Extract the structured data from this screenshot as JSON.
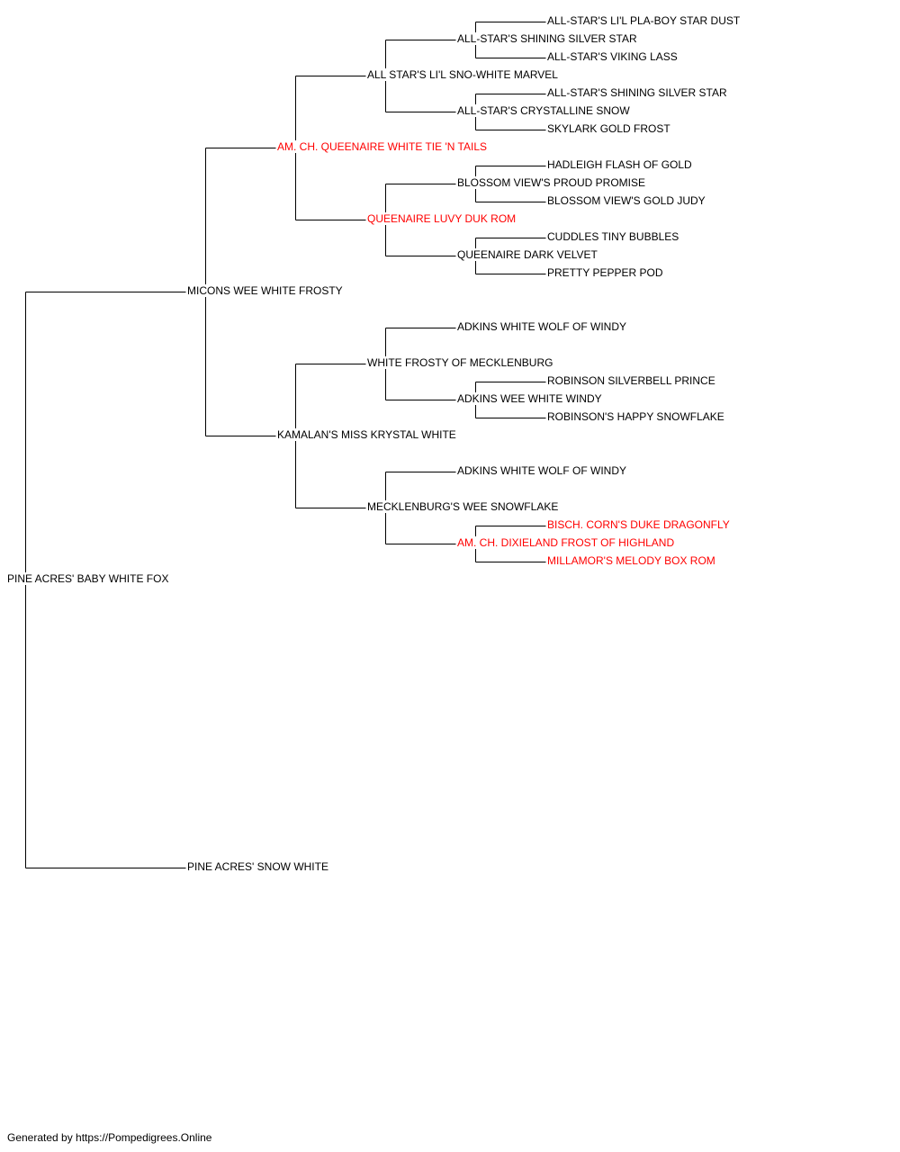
{
  "colors": {
    "normal": "#000000",
    "highlight": "#ff0000",
    "line": "#000000"
  },
  "pedigree": {
    "subject": {
      "name": "PINE ACRES' BABY WHITE FOX",
      "highlight": false
    },
    "sire": {
      "name": "MICONS WEE WHITE FROSTY",
      "highlight": false
    },
    "dam": {
      "name": "PINE ACRES' SNOW WHITE",
      "highlight": false
    },
    "ss": {
      "name": "AM. CH. QUEENAIRE WHITE TIE 'N TAILS",
      "highlight": true
    },
    "sd": {
      "name": "KAMALAN'S MISS KRYSTAL WHITE",
      "highlight": false
    },
    "sss": {
      "name": "ALL STAR'S LI'L SNO-WHITE MARVEL",
      "highlight": false
    },
    "ssd": {
      "name": "QUEENAIRE LUVY DUK ROM",
      "highlight": true
    },
    "sds": {
      "name": "WHITE FROSTY OF MECKLENBURG",
      "highlight": false
    },
    "sdd": {
      "name": "MECKLENBURG'S WEE SNOWFLAKE",
      "highlight": false
    },
    "ssss": {
      "name": "ALL-STAR'S SHINING SILVER STAR",
      "highlight": false
    },
    "sssd": {
      "name": "ALL-STAR'S CRYSTALLINE SNOW",
      "highlight": false
    },
    "ssds": {
      "name": "BLOSSOM VIEW'S PROUD PROMISE",
      "highlight": false
    },
    "ssdd": {
      "name": "QUEENAIRE DARK VELVET",
      "highlight": false
    },
    "sdss": {
      "name": "ADKINS WHITE WOLF OF WINDY",
      "highlight": false
    },
    "sdsd": {
      "name": "ADKINS WEE WHITE WINDY",
      "highlight": false
    },
    "sdds": {
      "name": "ADKINS WHITE WOLF OF WINDY",
      "highlight": false
    },
    "sddd": {
      "name": "AM. CH. DIXIELAND FROST OF HIGHLAND",
      "highlight": true
    },
    "sssss": {
      "name": "ALL-STAR'S LI'L PLA-BOY STAR DUST",
      "highlight": false
    },
    "ssssd": {
      "name": "ALL-STAR'S VIKING LASS",
      "highlight": false
    },
    "sssds": {
      "name": "ALL-STAR'S SHINING SILVER STAR",
      "highlight": false
    },
    "sssdd": {
      "name": "SKYLARK GOLD FROST",
      "highlight": false
    },
    "ssdss": {
      "name": "HADLEIGH FLASH OF GOLD",
      "highlight": false
    },
    "ssdsd": {
      "name": "BLOSSOM VIEW'S GOLD JUDY",
      "highlight": false
    },
    "ssdds": {
      "name": "CUDDLES TINY BUBBLES",
      "highlight": false
    },
    "ssddd": {
      "name": "PRETTY PEPPER POD",
      "highlight": false
    },
    "sdsds": {
      "name": "ROBINSON SILVERBELL PRINCE",
      "highlight": false
    },
    "sdsdd": {
      "name": "ROBINSON'S HAPPY SNOWFLAKE",
      "highlight": false
    },
    "sddds": {
      "name": "BISCH. CORN'S DUKE DRAGONFLY",
      "highlight": true
    },
    "sdddd": {
      "name": "MILLAMOR'S MELODY BOX ROM",
      "highlight": true
    }
  },
  "footer": {
    "text": "Generated by https://Pompedigrees.Online"
  }
}
